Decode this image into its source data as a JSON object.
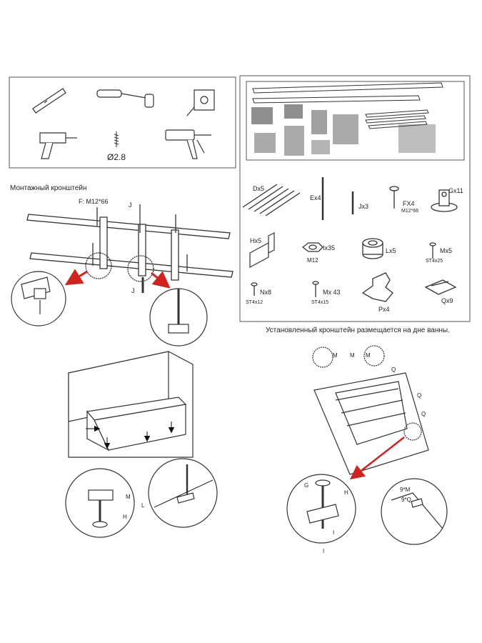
{
  "captions": {
    "mounting_bracket": "Монтажный кронштейн",
    "installed_bracket": "Установленный кронштейн размещается на дне ванны."
  },
  "tools": {
    "drill_bit_size": "Ø2.8"
  },
  "frame_labels": {
    "f_label": "F: M12*66",
    "j_top": "J",
    "j_bottom": "J"
  },
  "parts": [
    {
      "letter": "D",
      "qty": "x5"
    },
    {
      "letter": "E",
      "qty": "x4"
    },
    {
      "letter": "J",
      "qty": "x3"
    },
    {
      "letter": "F",
      "qty": "X4",
      "spec": "M12*66"
    },
    {
      "letter": "G",
      "qty": "x11"
    },
    {
      "letter": "H",
      "qty": "x5"
    },
    {
      "letter": "I",
      "qty": "x35",
      "spec": "M12"
    },
    {
      "letter": "L",
      "qty": "x5"
    },
    {
      "letter": "M",
      "qty": "x5",
      "spec": "ST4x25"
    },
    {
      "letter": "N",
      "qty": "x8",
      "spec": "ST4x12"
    },
    {
      "letter": "M",
      "qty": "x 43",
      "spec": "ST4x15"
    },
    {
      "letter": "P",
      "qty": "x4"
    },
    {
      "letter": "Q",
      "qty": "x9"
    }
  ],
  "detail_labels": {
    "left_m": "M",
    "left_l": "L",
    "left_h": "H",
    "right_g": "G",
    "right_h": "H",
    "right_i1": "I",
    "right_i2": "I",
    "corner_9m": "9*M",
    "corner_9q": "9*Q",
    "top_m1": "M",
    "top_m2": "M",
    "top_m3": "M",
    "top_q1": "Q",
    "top_q2": "Q",
    "top_q3": "Q"
  },
  "colors": {
    "line": "#333333",
    "accent_red": "#d0231e",
    "box_border": "#555555"
  }
}
